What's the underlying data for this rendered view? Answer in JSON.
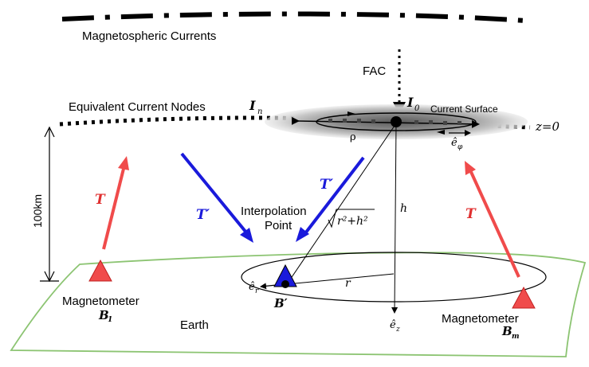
{
  "labels": {
    "magnetospheric_currents": "Magnetospheric Currents",
    "fac": "FAC",
    "equivalent_current_nodes": "Equivalent Current Nodes",
    "i_n": "I",
    "i_n_sub": "n",
    "i_0": "I",
    "i_0_sub": "0",
    "current_surface": "Current Surface",
    "z_eq_0": "z=0",
    "rho": "ρ",
    "e_phi": "ê",
    "e_phi_sub": "φ",
    "height_100km": "100km",
    "t_left": "T",
    "t_right": "T",
    "t_prime_left": "T′",
    "t_prime_right": "T′",
    "interpolation_point_line1": "Interpolation",
    "interpolation_point_line2": "Point",
    "sqrt_expr": "r²+h²",
    "h": "h",
    "r": "r",
    "e_r": "ê",
    "e_r_sub": "r",
    "e_z": "ê",
    "e_z_sub": "z",
    "b_prime": "B′",
    "magnetometer_left": "Magnetometer",
    "b1": "B",
    "b1_sub": "1",
    "magnetometer_right": "Magnetometer",
    "bm": "B",
    "bm_sub": "m",
    "earth": "Earth"
  },
  "colors": {
    "red": "#f04b4b",
    "blue": "#1a1adb",
    "earth_green": "#8cc472",
    "black": "#000000"
  }
}
